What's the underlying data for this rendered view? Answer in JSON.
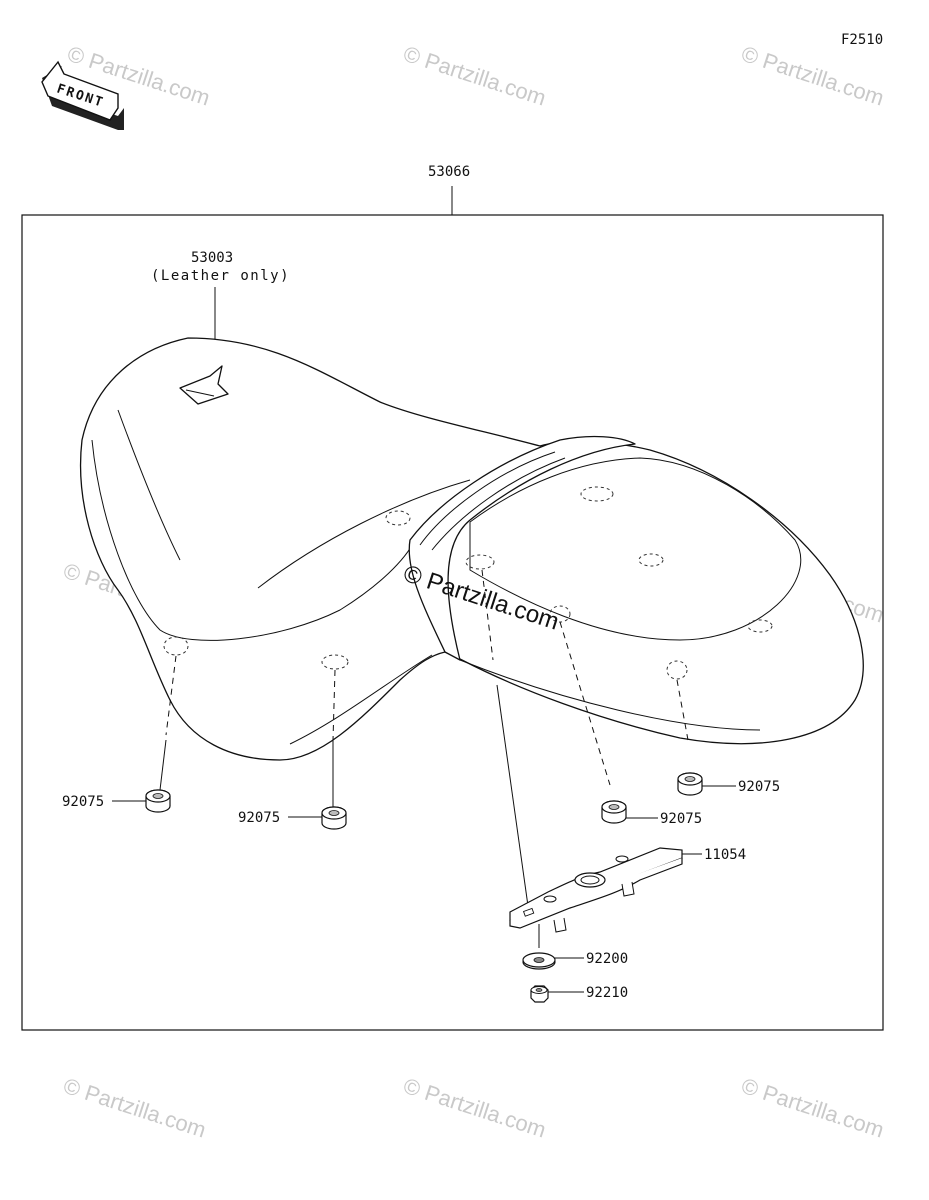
{
  "figure_code": "F2510",
  "front_arrow": {
    "label": "FRONT",
    "icon": "front-direction-arrow-icon"
  },
  "watermarks": {
    "text": "© Partzilla.com",
    "center_text": "© Partzilla.com"
  },
  "parts": {
    "assembly": {
      "number": "53066"
    },
    "emblem": {
      "number": "53003",
      "note": "(Leather only)"
    },
    "damper_front_left": {
      "number": "92075"
    },
    "damper_front_mid": {
      "number": "92075"
    },
    "damper_rear_mid": {
      "number": "92075"
    },
    "damper_rear_right": {
      "number": "92075"
    },
    "bracket": {
      "number": "11054"
    },
    "washer": {
      "number": "92200"
    },
    "nut": {
      "number": "92210"
    }
  },
  "colors": {
    "line": "#111111",
    "watermark": "#c9c9c9",
    "background": "#ffffff"
  }
}
